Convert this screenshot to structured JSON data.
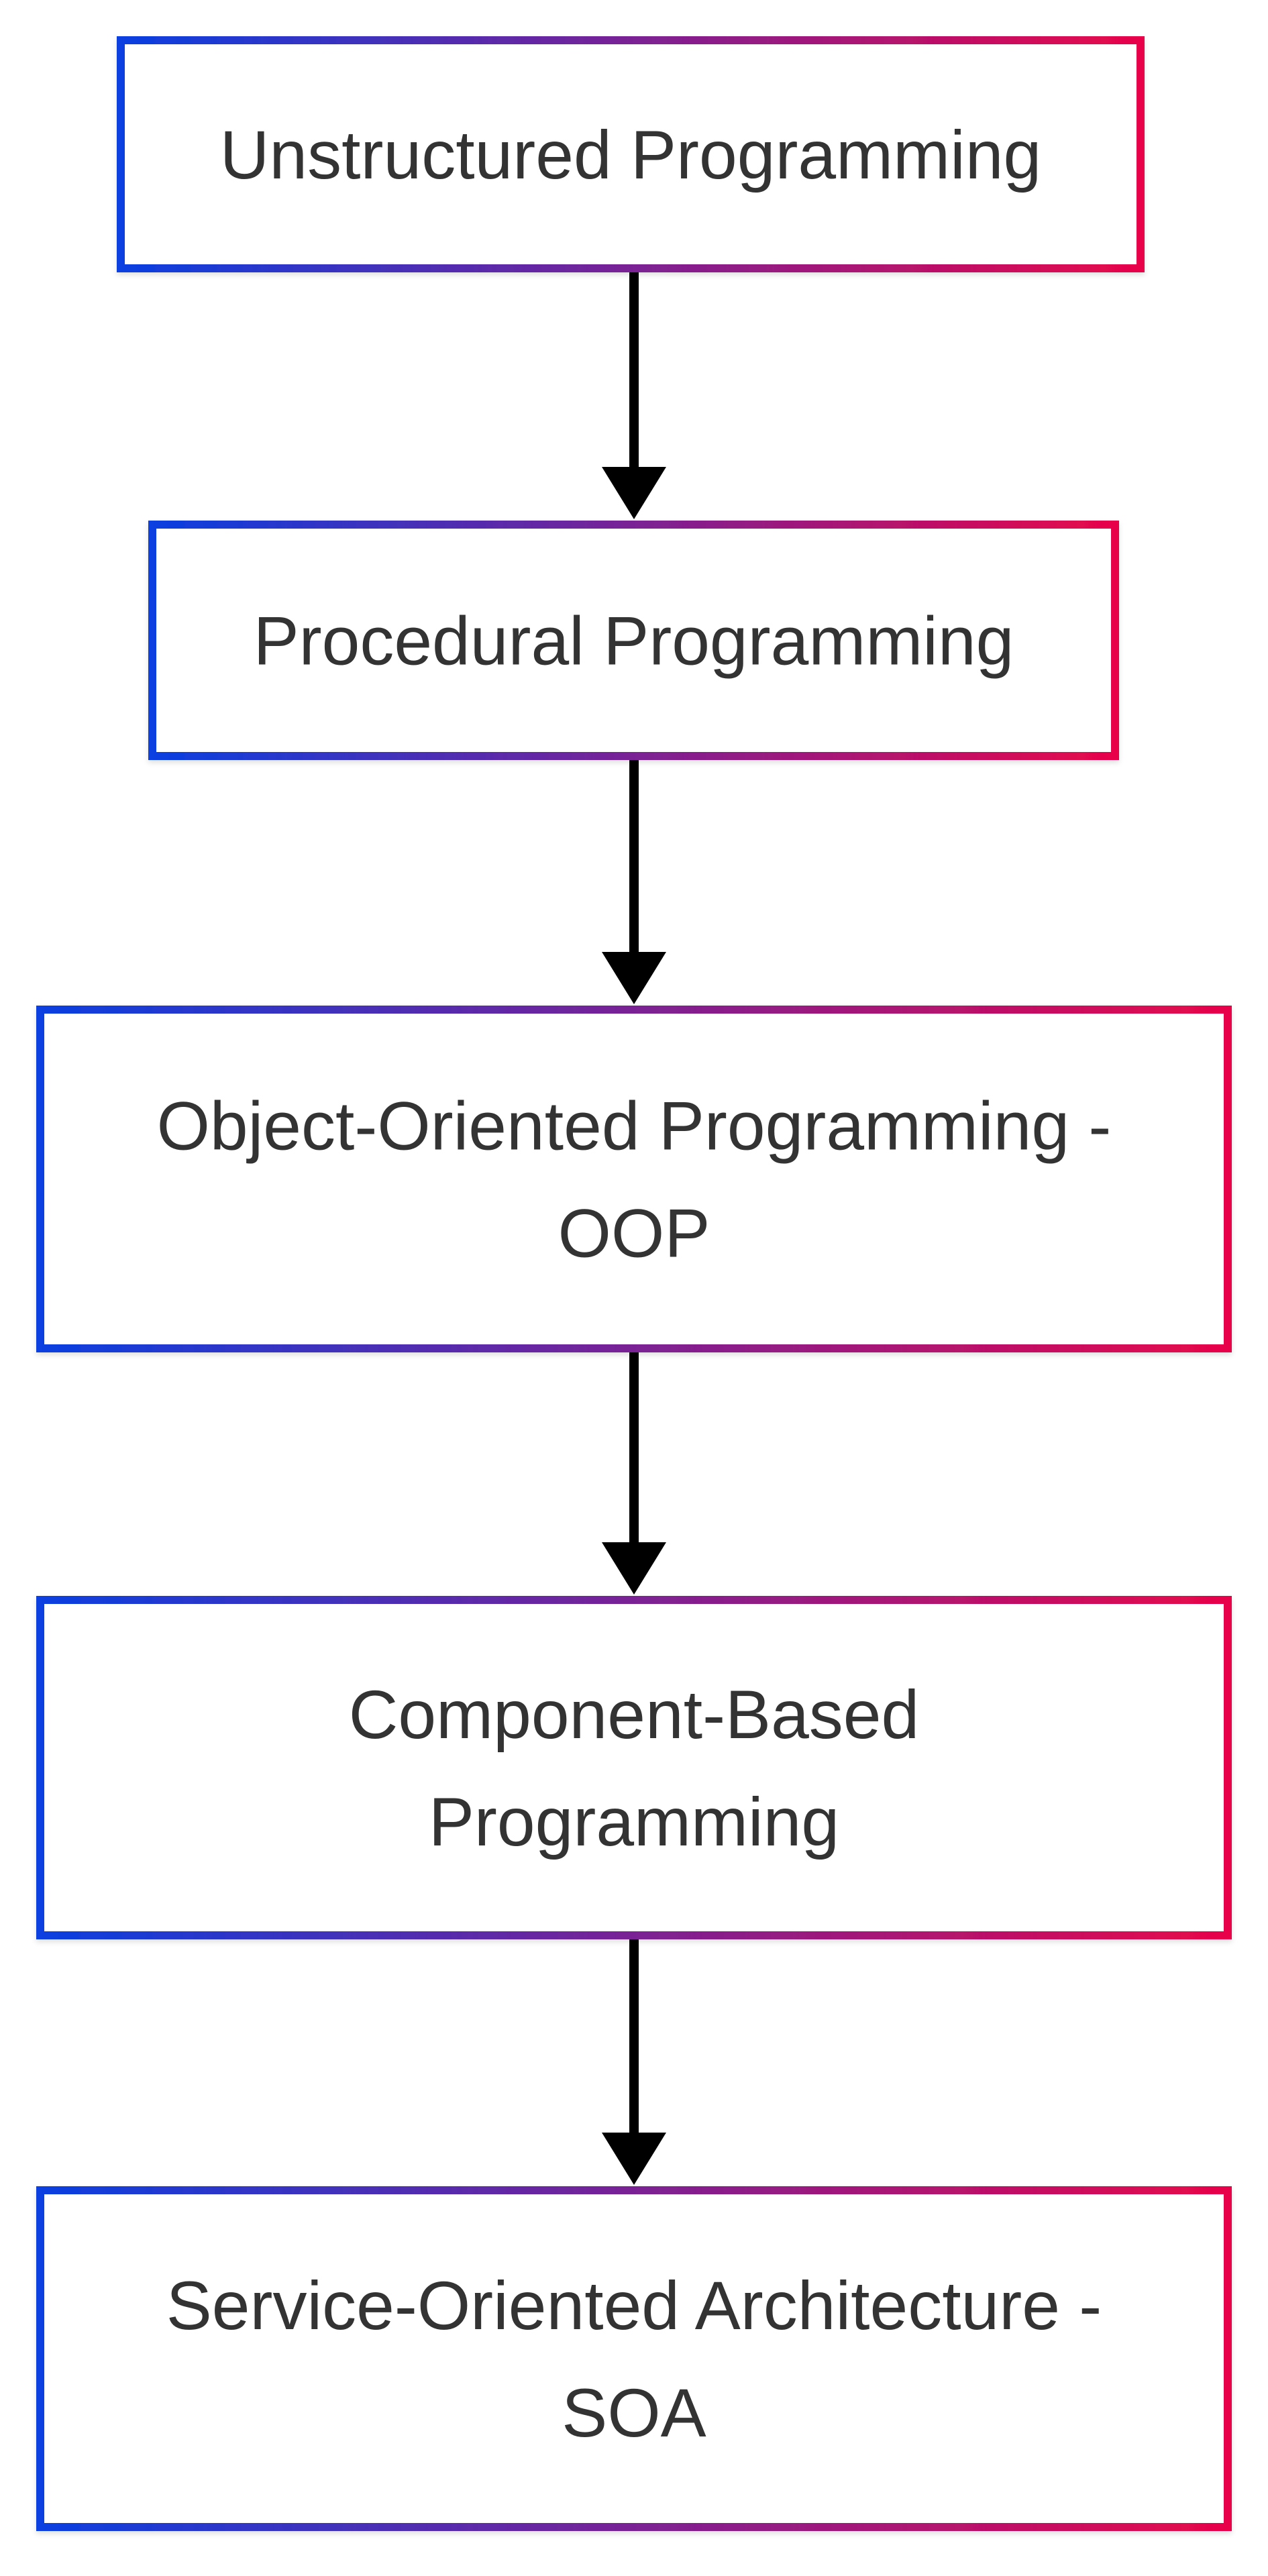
{
  "diagram": {
    "type": "flowchart",
    "direction": "top-to-bottom",
    "colors": {
      "border_gradient_start": "#0a3fe0",
      "border_gradient_mid": "#7a2295",
      "border_gradient_end": "#e8054a",
      "arrow": "#000000",
      "text": "#333333",
      "background": "#ffffff"
    },
    "nodes": [
      {
        "id": "unstructured",
        "lines": [
          "Unstructured Programming"
        ]
      },
      {
        "id": "procedural",
        "lines": [
          "Procedural Programming"
        ]
      },
      {
        "id": "oop",
        "lines": [
          "Object-Oriented Programming -",
          "OOP"
        ]
      },
      {
        "id": "component",
        "lines": [
          "Component-Based",
          "Programming"
        ]
      },
      {
        "id": "soa",
        "lines": [
          "Service-Oriented Architecture -",
          "SOA"
        ]
      }
    ],
    "edges": [
      {
        "from": "unstructured",
        "to": "procedural"
      },
      {
        "from": "procedural",
        "to": "oop"
      },
      {
        "from": "oop",
        "to": "component"
      },
      {
        "from": "component",
        "to": "soa"
      }
    ]
  }
}
